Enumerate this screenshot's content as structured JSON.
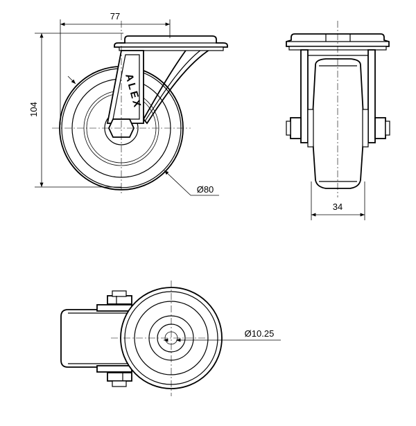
{
  "drawing": {
    "units": "mm",
    "brand_mark": "ALEX",
    "dimensions": {
      "swivel_offset": "77",
      "overall_height": "104",
      "wheel_diameter": "Ø80",
      "wheel_width": "34",
      "bolt_hole_diameter": "Ø10.25"
    }
  }
}
